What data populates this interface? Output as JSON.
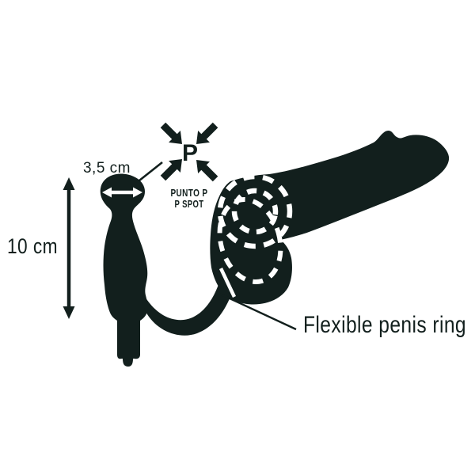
{
  "figure": {
    "type": "product-feature-diagram",
    "labels": {
      "width_measurement": "3,5 cm",
      "length_measurement": "10 cm",
      "p_marker": "P",
      "p_spot_line1": "PUNTO P",
      "p_spot_line2": "P SPOT",
      "ring_annotation": "Flexible penis ring"
    },
    "icons": {
      "p_target": "four-arrows-converging",
      "width_arrow": "horizontal-double-arrow",
      "length_arrow": "vertical-double-arrow"
    },
    "colors": {
      "ink": "#121f1d",
      "background": "#ffffff",
      "dash": "#ffffff"
    }
  }
}
